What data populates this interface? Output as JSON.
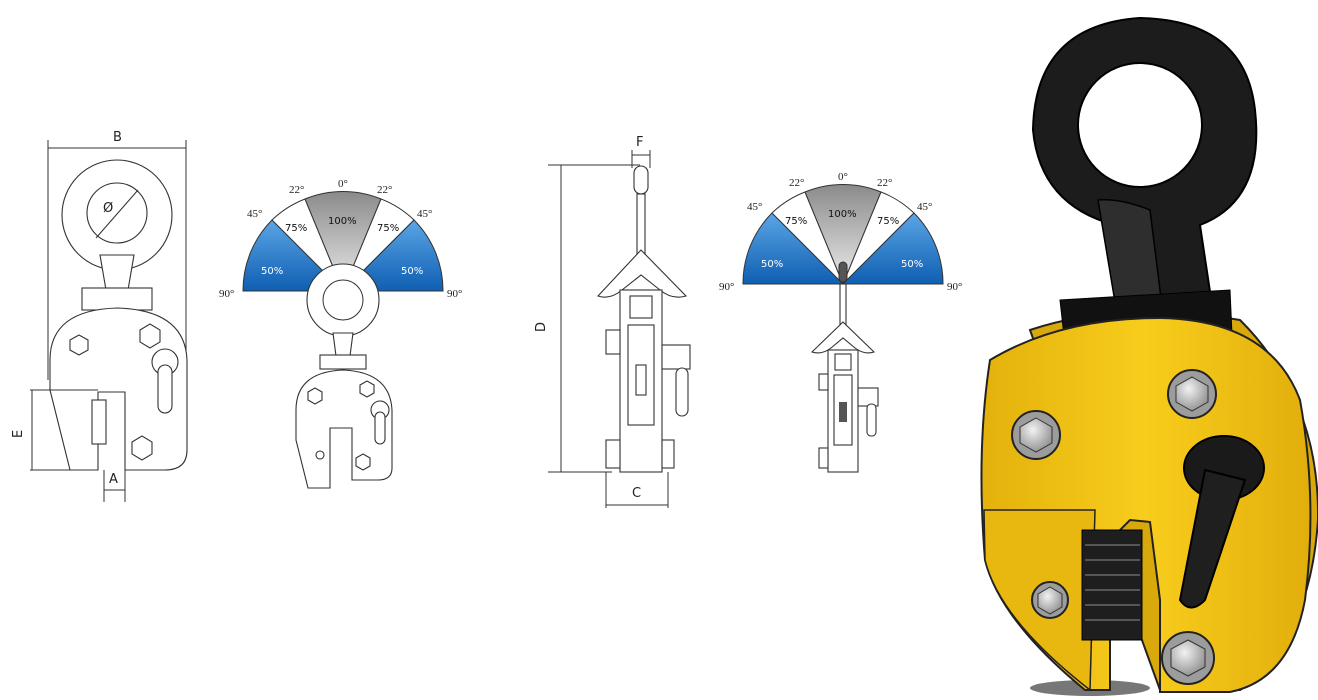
{
  "dimensions": {
    "B": "B",
    "diameter": "Ø",
    "E": "E",
    "A": "A",
    "F": "F",
    "D": "D",
    "C": "C"
  },
  "angle_chart": {
    "angles": {
      "left90": "90°",
      "left45": "45°",
      "left22": "22°",
      "center0": "0°",
      "right22": "22°",
      "right45": "45°",
      "right90": "90°"
    },
    "capacities": {
      "center": "100%",
      "left75": "75%",
      "right75": "75%",
      "left50": "50%",
      "right50": "50%"
    },
    "colors": {
      "blue": "#1a6fc0",
      "grey": "#9c9c9c",
      "white": "#ffffff"
    }
  },
  "clamp_colors": {
    "body": "#f5c714",
    "eye": "#1c1c1c",
    "bolt": "#b5b5b5"
  }
}
